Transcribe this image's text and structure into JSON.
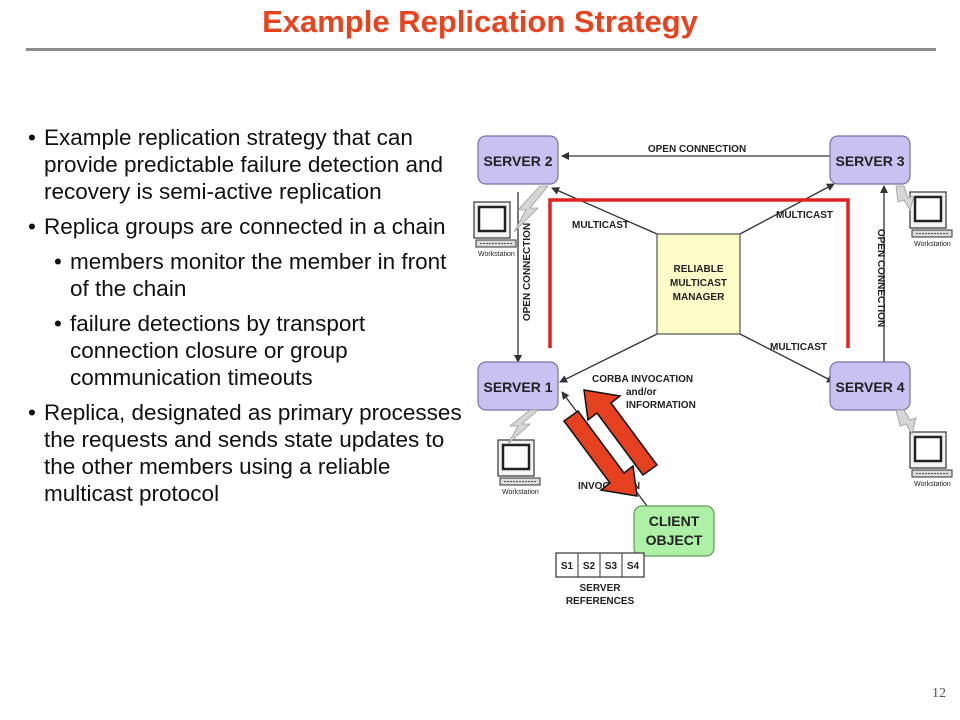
{
  "title": "Example Replication Strategy",
  "page_number": "12",
  "bullets": {
    "b1": "Example replication strategy that can provide predictable failure detection and recovery is semi-active replication",
    "b2": "Replica groups are connected in a chain",
    "b2a": "members monitor the member in front of the chain",
    "b2b": "failure detections by transport connection closure or group communication timeouts",
    "b3": "Replica, designated as primary processes the requests and sends state updates to the other members using a reliable multicast protocol"
  },
  "diagram": {
    "server2": "SERVER 2",
    "server3": "SERVER 3",
    "server1": "SERVER 1",
    "server4": "SERVER 4",
    "manager": [
      "RELIABLE",
      "MULTICAST",
      "MANAGER"
    ],
    "client": [
      "CLIENT",
      "OBJECT"
    ],
    "open_connection_top": "OPEN CONNECTION",
    "open_connection_left": "OPEN CONNECTION",
    "open_connection_right": "OPEN CONNECTION",
    "multicast_left": "MULTICAST",
    "multicast_right": "MULTICAST",
    "multicast_bottom": "MULTICAST",
    "corba": [
      "CORBA INVOCATION",
      "and/or",
      "INFORMATION"
    ],
    "invocation": "INVOCATION",
    "refs": [
      "S1",
      "S2",
      "S3",
      "S4"
    ],
    "refs_caption": [
      "SERVER",
      "REFERENCES"
    ],
    "workstation": "Workstation",
    "colors": {
      "server": "#c9c1f2",
      "manager": "#fdfbc8",
      "client": "#aef0a6",
      "chain": "#e32020",
      "arrow": "#e5401f"
    }
  }
}
